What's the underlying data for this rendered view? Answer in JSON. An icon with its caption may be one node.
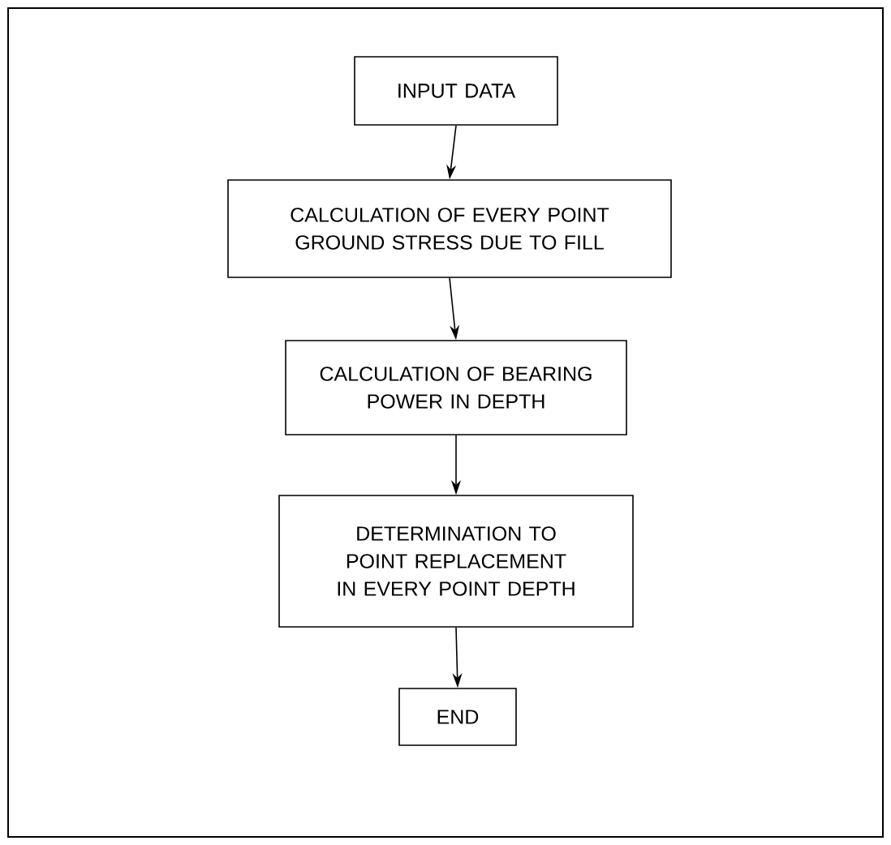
{
  "diagram": {
    "nodes": [
      {
        "text": [
          "INPUT DATA"
        ]
      },
      {
        "text": [
          "CALCULATION OF EVERY POINT GROUND STRESS DUE TO FILL"
        ]
      },
      {
        "text": [
          "CALCULATION OF BEARING POWER IN DEPTH"
        ]
      },
      {
        "text": [
          "DETERMINATION TO POINT REPLACEMENT IN EVERY POINT DEPTH"
        ]
      },
      {
        "text": [
          "END"
        ]
      }
    ],
    "edges": [
      {
        "from": 0,
        "to": 1,
        "arrow": "to"
      },
      {
        "from": 1,
        "to": 2,
        "arrow": "to"
      },
      {
        "from": 2,
        "to": 3,
        "arrow": "to"
      },
      {
        "from": 3,
        "to": 4,
        "arrow": "to"
      }
    ]
  }
}
